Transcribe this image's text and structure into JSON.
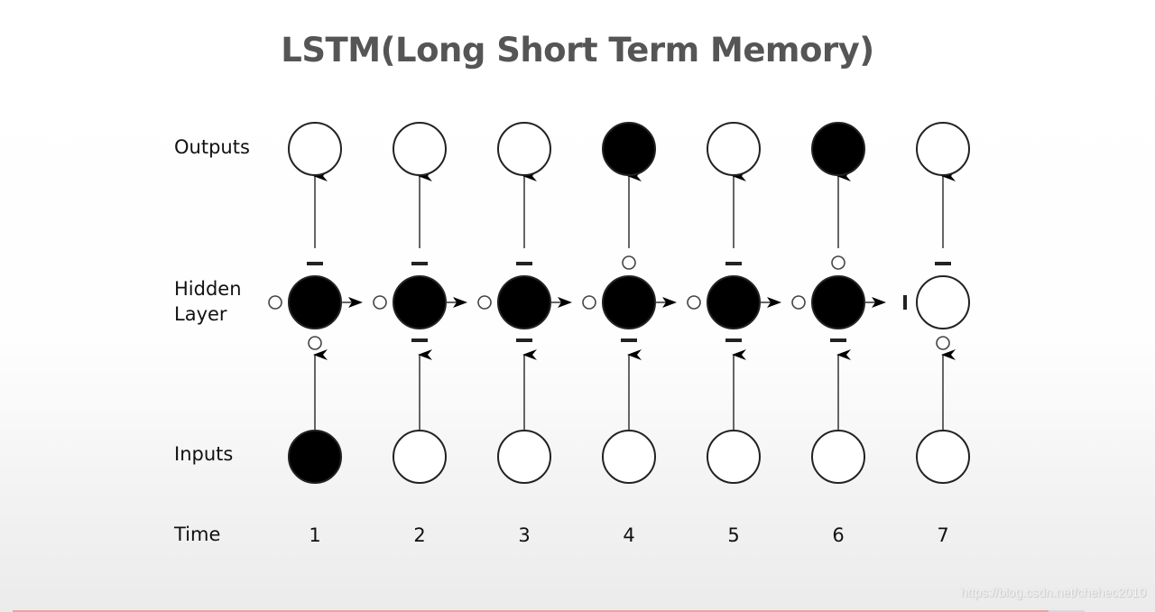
{
  "title": "LSTM(Long Short Term Memory)",
  "row_labels": {
    "outputs": "Outputs",
    "hidden_line1": "Hidden",
    "hidden_line2": "Layer",
    "inputs": "Inputs",
    "time": "Time"
  },
  "colors": {
    "filled": "#000000",
    "empty": "#ffffff",
    "stroke": "#222222",
    "title": "#555555",
    "progress": "#e8a49c"
  },
  "legend_semantics": {
    "small_circle": "gate open",
    "bar": "gate closed"
  },
  "columns": [
    {
      "time": "1",
      "input_filled": true,
      "hidden_filled": true,
      "output_filled": false,
      "input_gate": "open",
      "forget_gate": "open",
      "output_gate": "closed"
    },
    {
      "time": "2",
      "input_filled": false,
      "hidden_filled": true,
      "output_filled": false,
      "input_gate": "closed",
      "forget_gate": "open",
      "output_gate": "closed"
    },
    {
      "time": "3",
      "input_filled": false,
      "hidden_filled": true,
      "output_filled": false,
      "input_gate": "closed",
      "forget_gate": "open",
      "output_gate": "closed"
    },
    {
      "time": "4",
      "input_filled": false,
      "hidden_filled": true,
      "output_filled": true,
      "input_gate": "closed",
      "forget_gate": "open",
      "output_gate": "open"
    },
    {
      "time": "5",
      "input_filled": false,
      "hidden_filled": true,
      "output_filled": false,
      "input_gate": "closed",
      "forget_gate": "open",
      "output_gate": "closed"
    },
    {
      "time": "6",
      "input_filled": false,
      "hidden_filled": true,
      "output_filled": true,
      "input_gate": "closed",
      "forget_gate": "open",
      "output_gate": "open"
    },
    {
      "time": "7",
      "input_filled": false,
      "hidden_filled": false,
      "output_filled": false,
      "input_gate": "open",
      "forget_gate": "closed",
      "output_gate": "closed"
    }
  ],
  "watermark": "https://blog.csdn.net/chehec2010"
}
